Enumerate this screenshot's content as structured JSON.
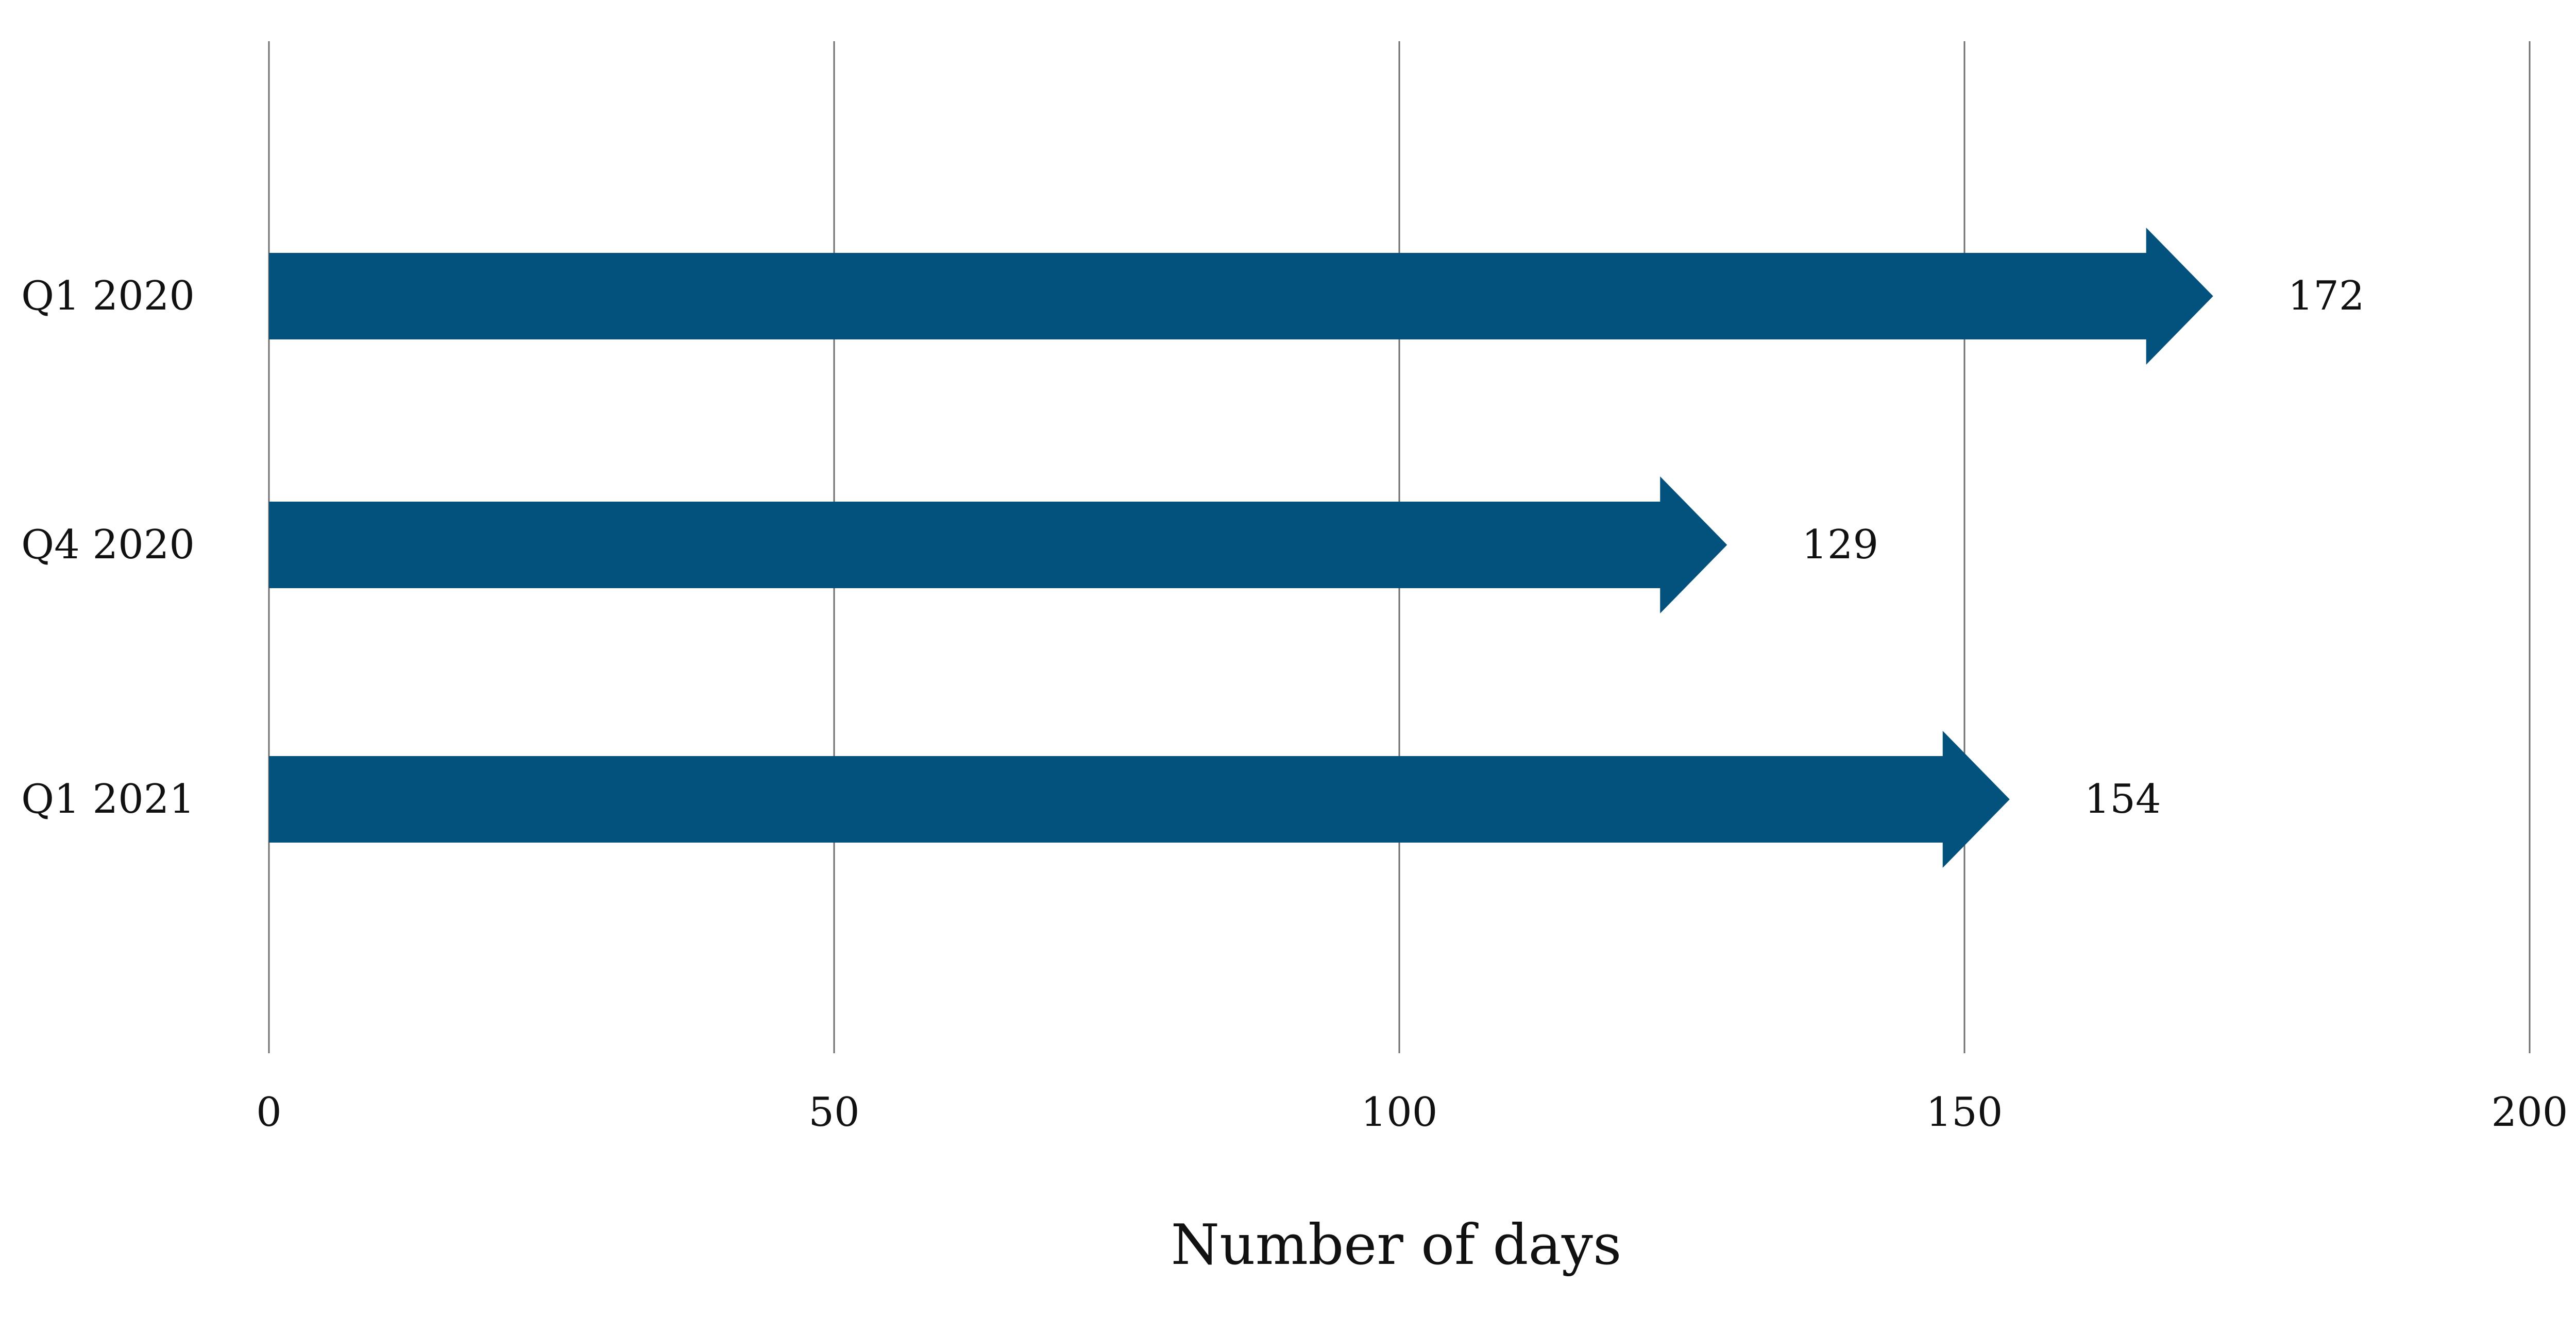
{
  "chart_data": {
    "type": "bar",
    "orientation": "horizontal",
    "marker_style": "arrow",
    "categories": [
      "Q1 2020",
      "Q4 2020",
      "Q1 2021"
    ],
    "values": [
      172,
      129,
      154
    ],
    "value_labels": [
      "172",
      "129",
      "154"
    ],
    "xlabel": "Number of days",
    "ylabel": "",
    "xlim": [
      0,
      200
    ],
    "x_ticks": [
      0,
      50,
      100,
      150,
      200
    ],
    "x_tick_labels": [
      "0",
      "50",
      "100",
      "150",
      "200"
    ],
    "grid": "vertical",
    "legend": "none",
    "colors": {
      "bar": "#03527d",
      "gridline": "#6e6e6e",
      "text": "#111111"
    }
  }
}
